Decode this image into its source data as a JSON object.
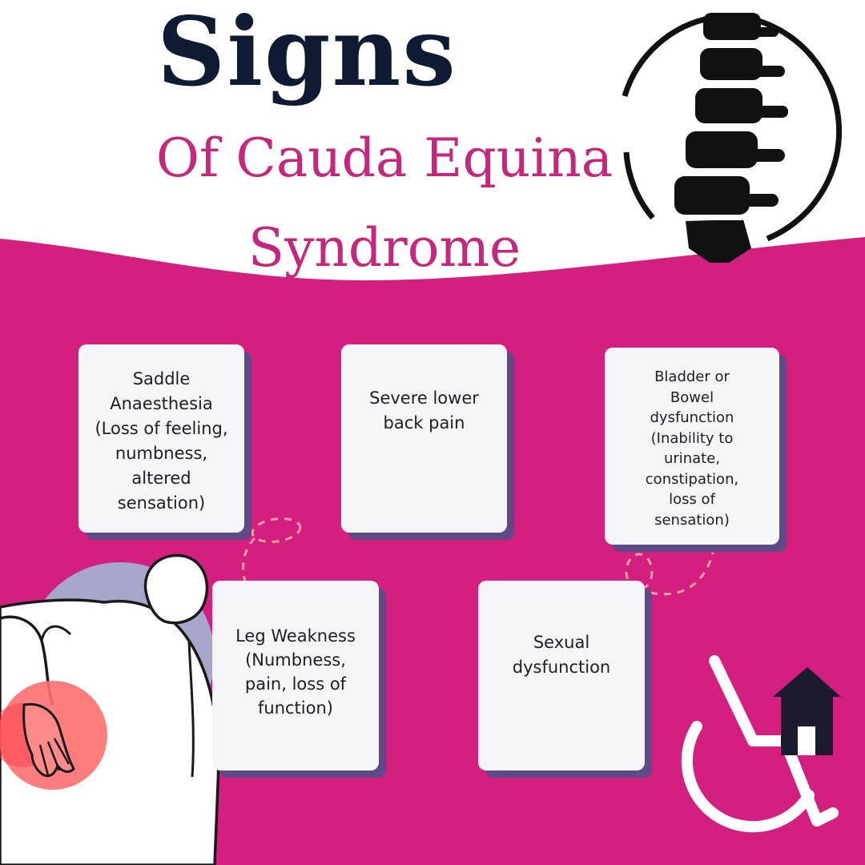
{
  "title": {
    "main": "Signs",
    "sub": "Of Cauda Equina\nSyndrome"
  },
  "cards": [
    {
      "text": "Saddle\nAnaesthesia\n(Loss of feeling,\nnumbness,\naltered\nsensation)"
    },
    {
      "text": "Severe lower\nback pain"
    },
    {
      "text": "Bladder or\nBowel\ndysfunction\n(Inability to\nurinate,\nconstipation,\nloss of\nsensation)"
    },
    {
      "text": "Leg Weakness\n(Numbness,\npain, loss of\nfunction)"
    },
    {
      "text": "Sexual\ndysfunction"
    }
  ],
  "icons": {
    "spine": "spine-vertebrae-icon",
    "person": "back-pain-person-illustration",
    "accessibility": "accessible-home-icon"
  },
  "colors": {
    "background_top": "#ffffff",
    "background_bottom": "#d31f80",
    "title_dark": "#0f1a33",
    "title_pink": "#c4287e",
    "card_bg": "#f5f4f7",
    "card_shadow": "#5e4a86",
    "pain_highlight": "#ff6f6f"
  }
}
